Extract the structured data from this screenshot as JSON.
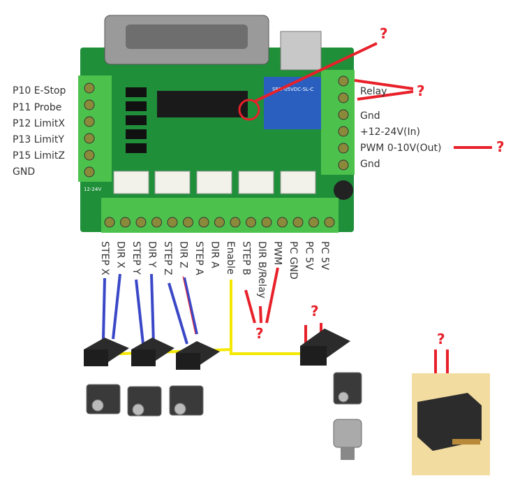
{
  "left_labels": [
    "P10 E-Stop",
    "P11 Probe",
    "P12 LimitX",
    "P13 LimitY",
    "P15 LimitZ",
    "GND"
  ],
  "right_labels": [
    "Relay",
    "Gnd",
    "+12-24V(In)",
    "PWM 0-10V(Out)",
    "Gnd"
  ],
  "bottom_labels": [
    "STEP X",
    "DIR X",
    "STEP Y",
    "DIR Y",
    "STEP Z",
    "DIR Z",
    "STEP A",
    "DIR A",
    "Enable",
    "STEP B",
    "DIR B/Relay",
    "PWM",
    "PC GND",
    "PC 5V",
    "PC 5V"
  ],
  "question_mark": "?",
  "board_silkscreen": {
    "power": "12-24V",
    "relay": "SRD-05VDC-SL-C"
  },
  "colors": {
    "board": "#1f8f3a",
    "terminal": "#4cc24c",
    "wire_step": "#3a48c8",
    "wire_enable": "#f5e800",
    "wire_question": "#e8202a"
  }
}
